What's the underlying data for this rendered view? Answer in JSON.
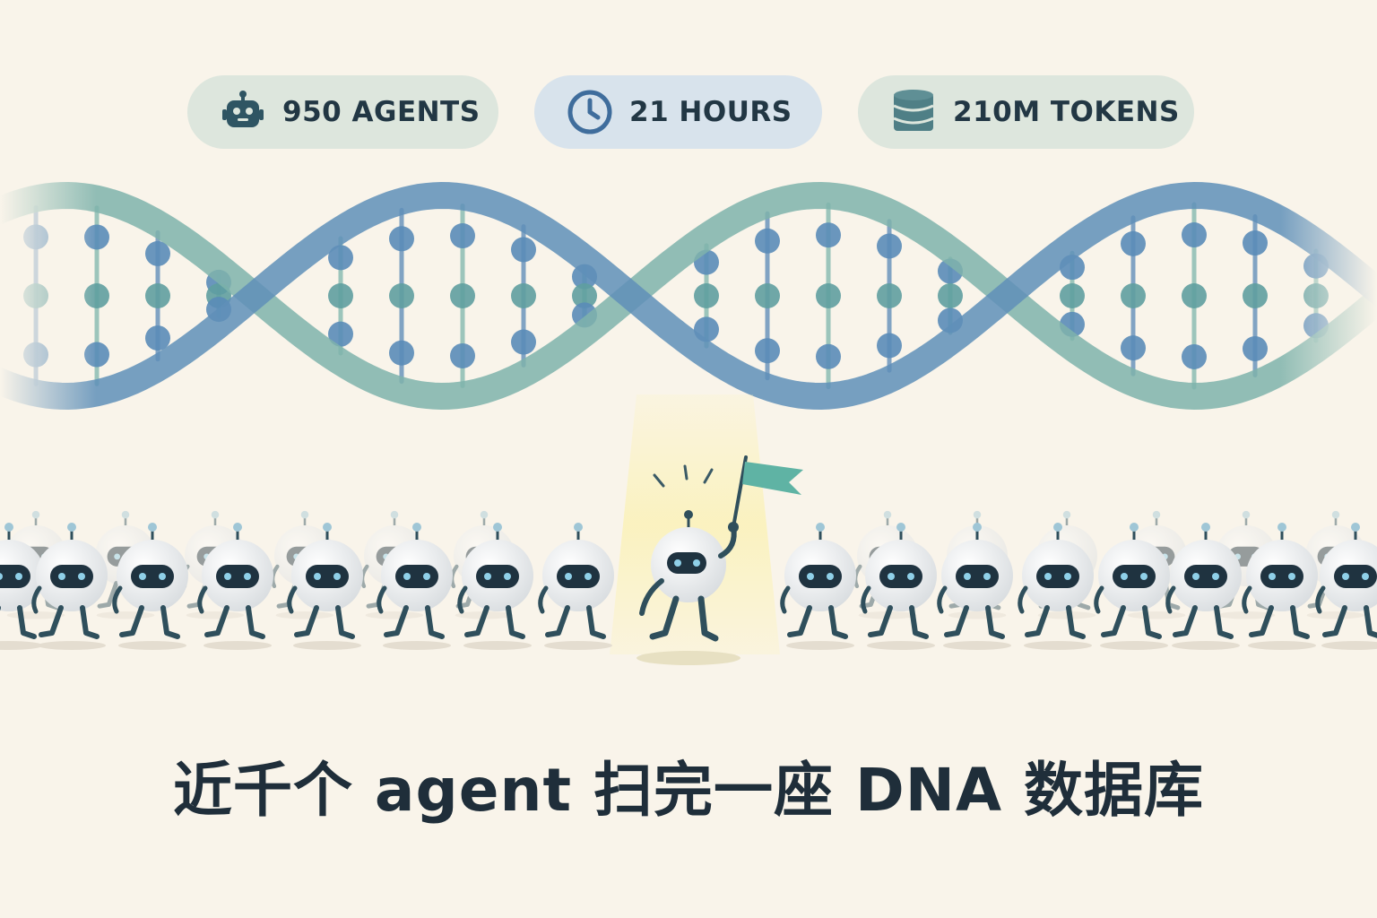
{
  "stats": [
    {
      "icon": "robot-icon",
      "label": "950 AGENTS"
    },
    {
      "icon": "clock-icon",
      "label": "21 HOURS"
    },
    {
      "icon": "database-icon",
      "label": "210M TOKENS"
    }
  ],
  "headline": "近千个 agent 扫完一座 DNA 数据库",
  "colors": {
    "background": "#f9f4ea",
    "helix_blue": "#5f8fb8",
    "helix_teal": "#7fb3ab",
    "text_dark": "#1f2e3a",
    "flag_teal": "#5fb3a4"
  }
}
